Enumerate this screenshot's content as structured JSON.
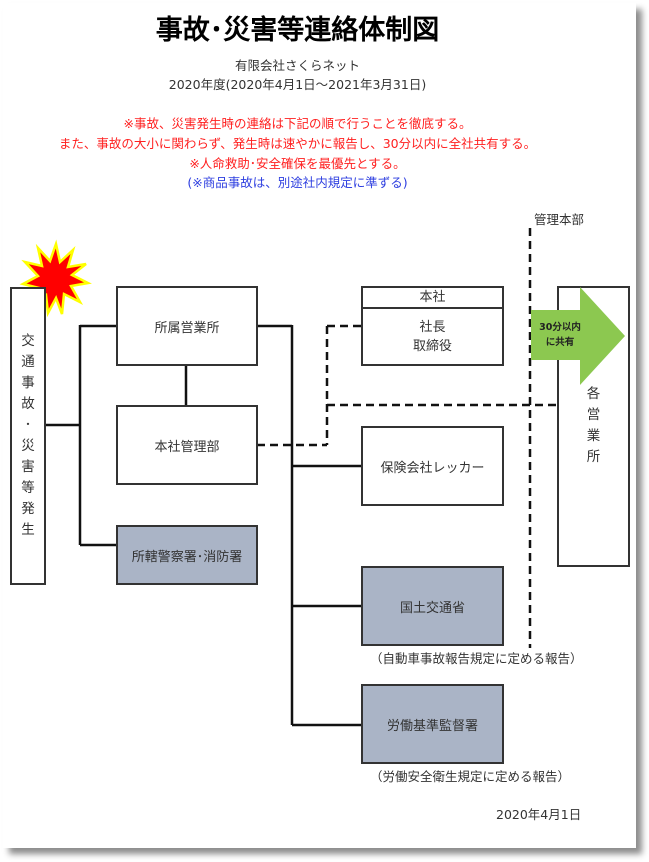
{
  "header": {
    "title": "事故･災害等連絡体制図",
    "company": "有限会社さくらネット",
    "period": "2020年度(2020年4月1日～2021年3月31日)"
  },
  "notices": {
    "red": [
      "※事故、災害発生時の連絡は下記の順で行うことを徹底する。",
      "また、事故の大小に関わらず、発生時は速やかに報告し、30分以内に全社共有する。",
      "※人命救助･安全確保を最優先とする。"
    ],
    "blue": "(※商品事故は、別途社内規定に準ずる)"
  },
  "colors": {
    "notice_red": "#ff2020",
    "notice_blue": "#2d3ee0",
    "external_box_fill": "#aab4c6",
    "arrow_green": "#8cc850",
    "burst_red": "#ff0000",
    "burst_yellow": "#ffff00"
  },
  "diagram": {
    "origin_chars": [
      "交",
      "通",
      "事",
      "故",
      "･",
      "災",
      "害",
      "等",
      "発",
      "生"
    ],
    "origin_icon": "explosion-burst-icon",
    "nodes": {
      "branch_office": "所属営業所",
      "hq_management": "本社管理部",
      "police_fire": "所轄警察署･消防署",
      "hq_header": "本社",
      "hq_president": "社長",
      "hq_directors": "取締役",
      "insurance": "保険会社レッカー",
      "mlit": "国土交通省",
      "labor": "労働基準監督署"
    },
    "notes": {
      "mlit": "（自動車事故報告規定に定める報告）",
      "labor": "（労働安全衛生規定に定める報告）"
    },
    "management_hq_label": "管理本部",
    "share_arrow": [
      "30分以内",
      "に共有"
    ],
    "all_offices_chars": [
      "各",
      "営",
      "業",
      "所"
    ]
  },
  "footer": {
    "date": "2020年4月1日"
  }
}
